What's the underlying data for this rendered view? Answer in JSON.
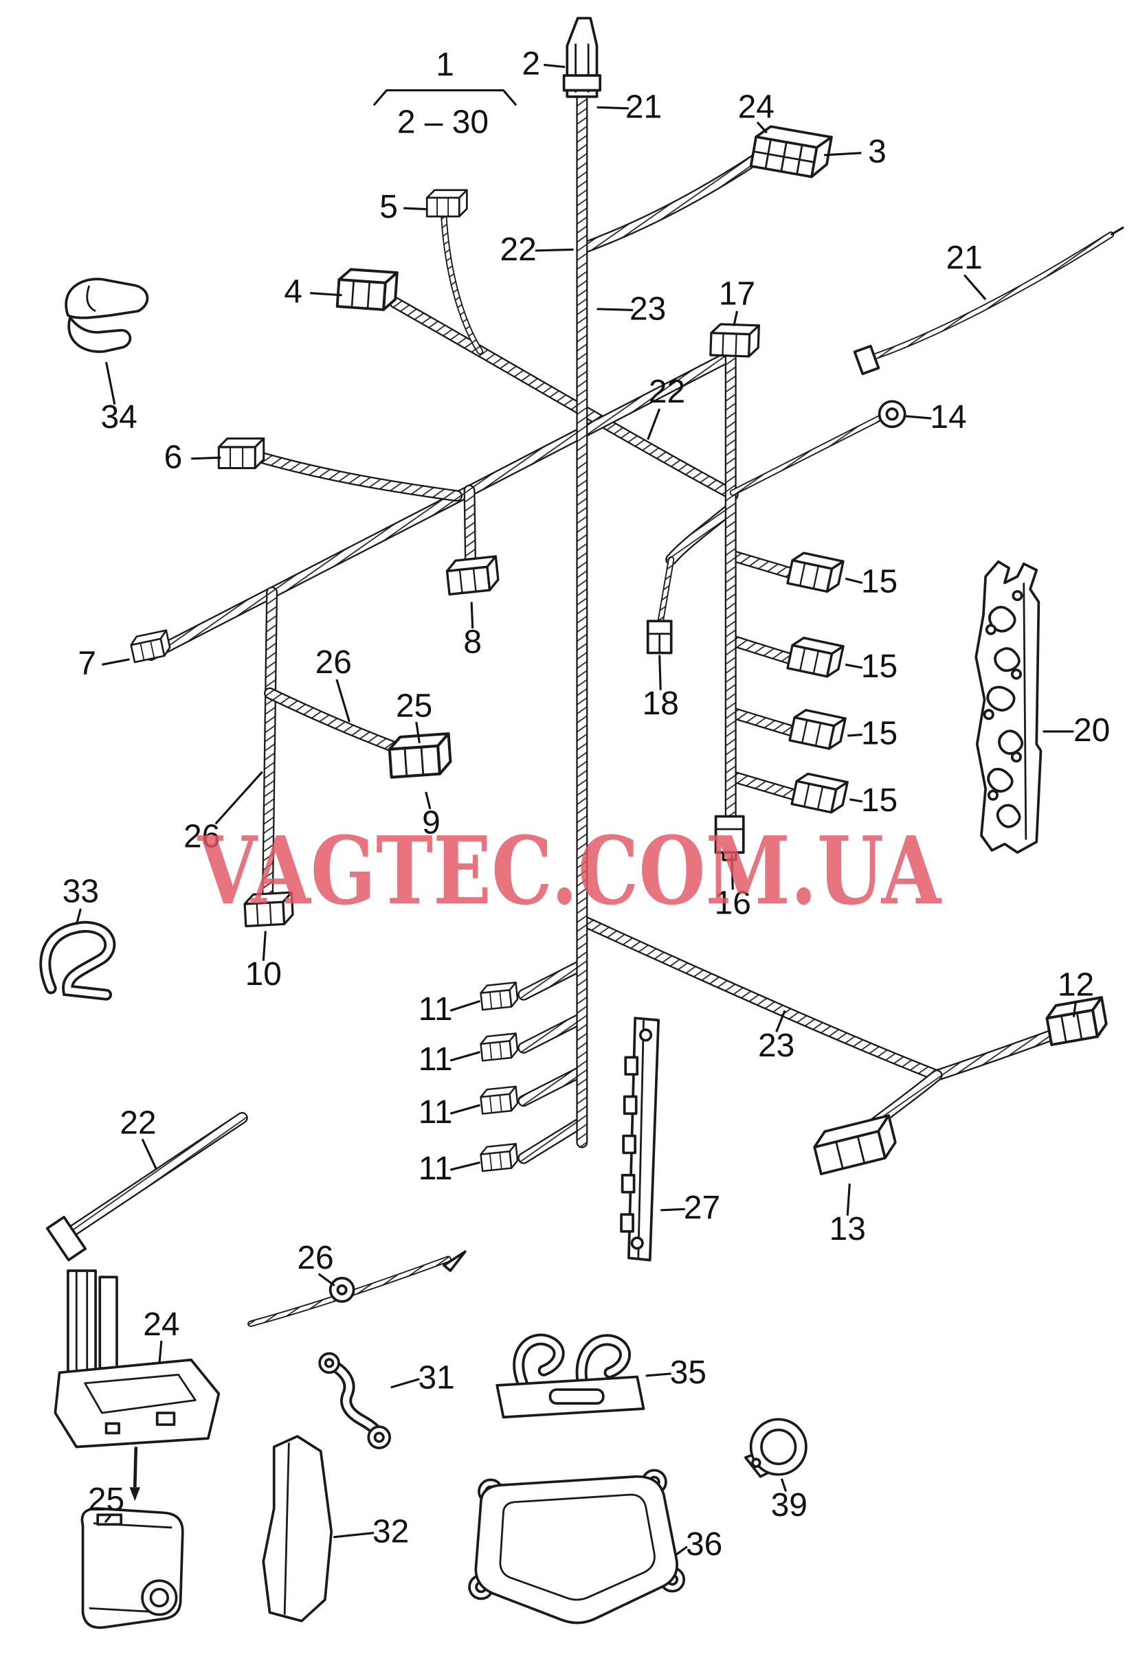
{
  "diagram": {
    "watermark": "VAGTEC.COM.UA",
    "assembly_callout": {
      "number": "1",
      "range": "2 – 30"
    },
    "callouts": {
      "c2": "2",
      "c3": "3",
      "c4": "4",
      "c5": "5",
      "c6": "6",
      "c7": "7",
      "c8": "8",
      "c9": "9",
      "c10": "10",
      "c11": "11",
      "c12": "12",
      "c13": "13",
      "c14": "14",
      "c15": "15",
      "c16": "16",
      "c17": "17",
      "c18": "18",
      "c20": "20",
      "c21": "21",
      "c22": "22",
      "c23": "23",
      "c24": "24",
      "c25": "25",
      "c26": "26",
      "c27": "27",
      "c31": "31",
      "c32": "32",
      "c33": "33",
      "c34": "34",
      "c35": "35",
      "c36": "36",
      "c39": "39"
    }
  }
}
